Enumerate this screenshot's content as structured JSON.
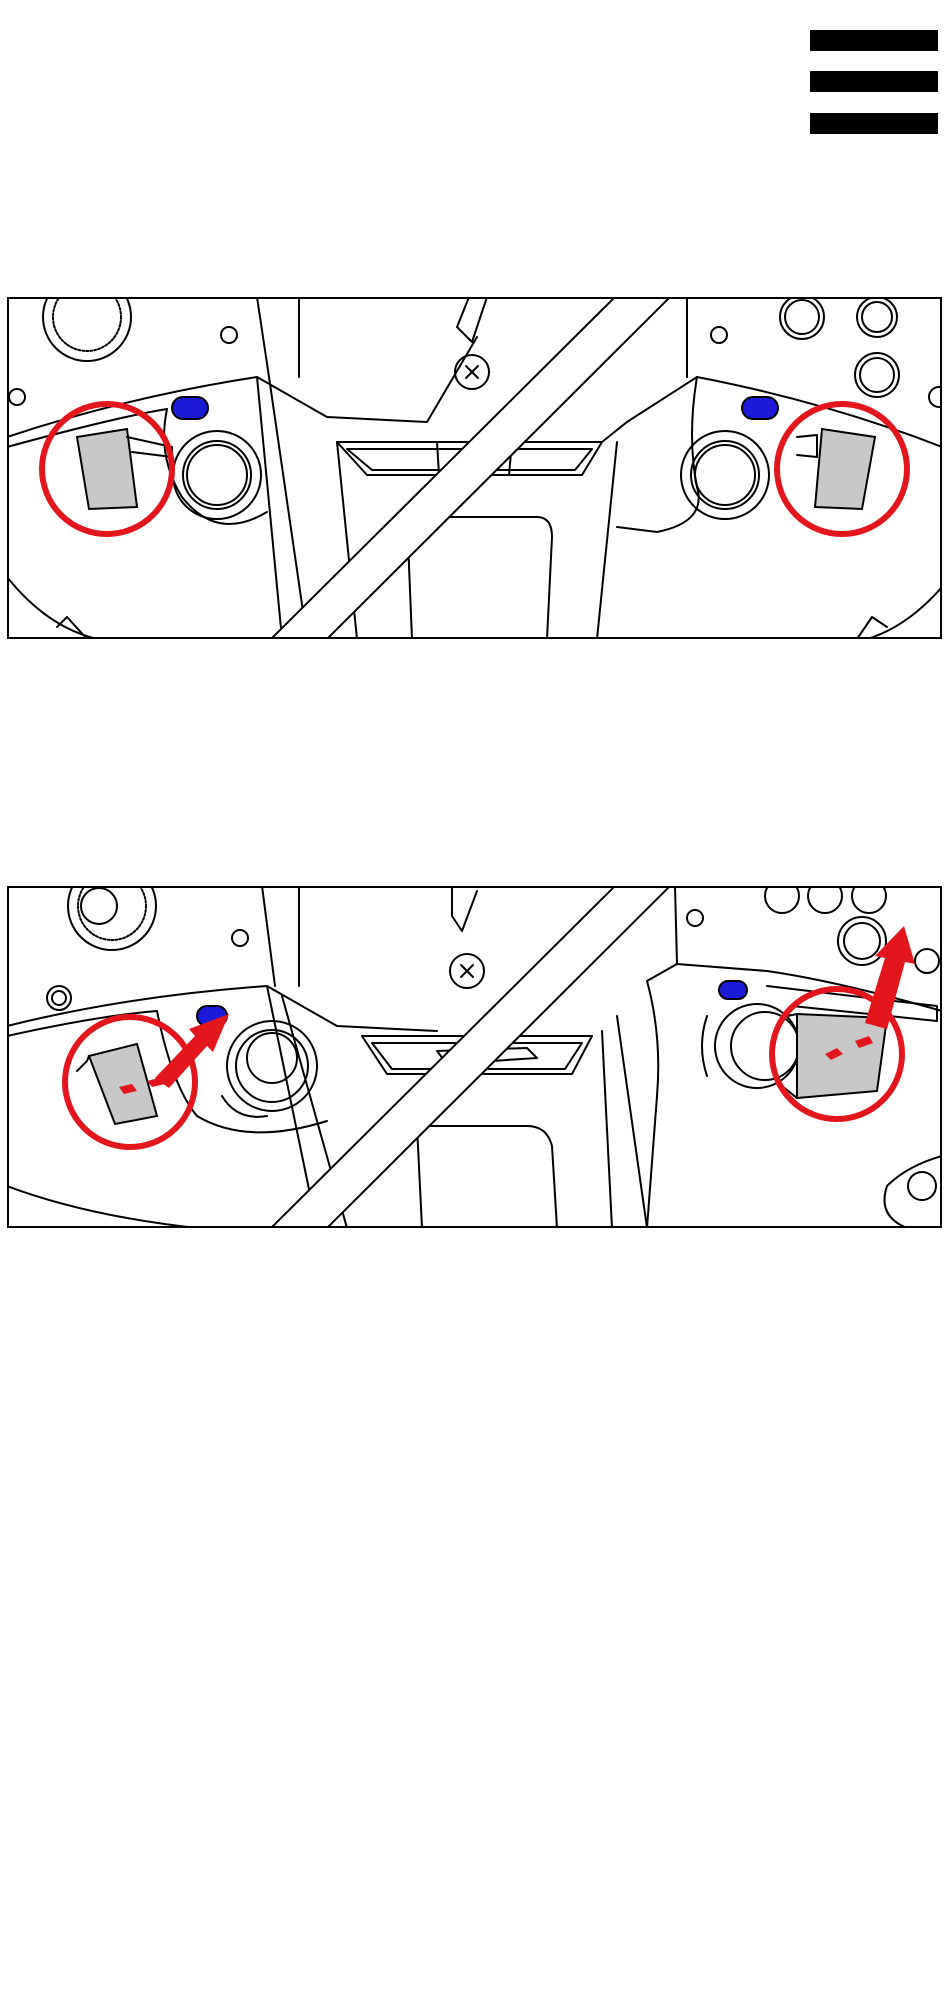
{
  "colors": {
    "ink": "#000000",
    "background": "#ffffff",
    "highlight_circle": "#e3161c",
    "arrow": "#e3161c",
    "indicator": "#1a1ad8",
    "paddle_fill": "#c8c8c8"
  },
  "menu": {
    "icon": "hamburger-menu-icon"
  },
  "panels": [
    {
      "id": "before",
      "paddle_state": "seated",
      "arrows": false
    },
    {
      "id": "after",
      "paddle_state": "removed-upward",
      "arrows": true
    }
  ]
}
